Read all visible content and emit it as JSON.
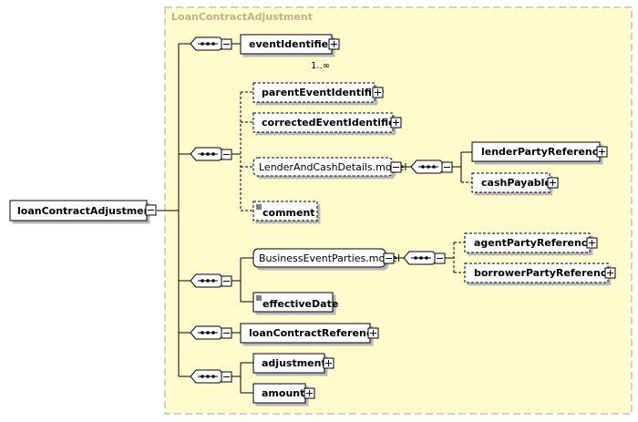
{
  "group": {
    "title": "LoanContractAdjustment",
    "fill": "#fffbcc",
    "border": "#a6a6a6"
  },
  "root": {
    "label": "loanContractAdjustment"
  },
  "elements": {
    "eventIdentifier": "eventIdentifier",
    "eventIdentifier_occurs": "1..∞",
    "parentEventIdentifier": "parentEventIdentifier",
    "correctedEventIdentifier": "correctedEventIdentifier",
    "lenderAndCashDetails": "LenderAndCashDetails.model",
    "lenderPartyReference": "lenderPartyReference",
    "cashPayable": "cashPayable",
    "comment": "comment",
    "businessEventParties": "BusinessEventParties.model",
    "agentPartyReference": "agentPartyReference",
    "borrowerPartyReference": "borrowerPartyReference",
    "effectiveDate": "effectiveDate",
    "loanContractReference": "loanContractReference",
    "adjustment": "adjustment",
    "amount": "amount"
  },
  "icons": {
    "sequence": "sequence-compositor-icon",
    "expand": "plus-expand-icon",
    "collapse": "minus-collapse-icon",
    "simple_type": "simple-type-content-icon"
  }
}
